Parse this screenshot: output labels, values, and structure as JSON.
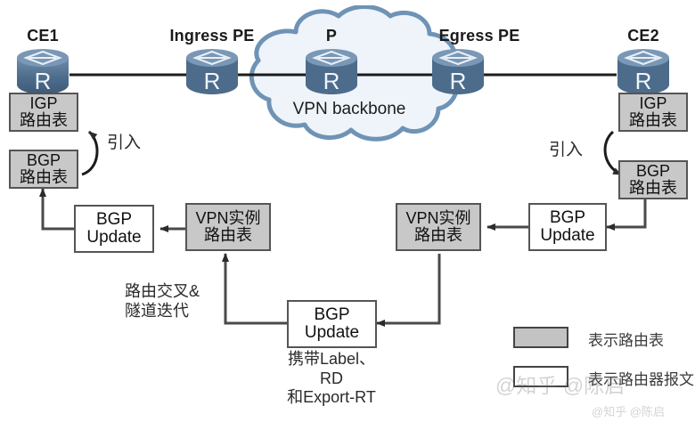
{
  "diagram": {
    "title": "MPLS L3VPN route advertisement",
    "background_color": "#ffffff",
    "cloud": {
      "label": "VPN backbone",
      "fill": "#eef4fa",
      "stroke": "#6f93b5"
    },
    "devices": [
      {
        "id": "ce1",
        "label": "CE1",
        "glyph": "R"
      },
      {
        "id": "ingress-pe",
        "label": "Ingress PE",
        "glyph": "R"
      },
      {
        "id": "p",
        "label": "P",
        "glyph": "R"
      },
      {
        "id": "egress-pe",
        "label": "Egress PE",
        "glyph": "R"
      },
      {
        "id": "ce2",
        "label": "CE2",
        "glyph": "R"
      }
    ],
    "boxes": [
      {
        "id": "ce1-igp",
        "lines": [
          "IGP",
          "路由表"
        ],
        "style": "gray"
      },
      {
        "id": "ce1-bgp",
        "lines": [
          "BGP",
          "路由表"
        ],
        "style": "gray"
      },
      {
        "id": "left-bgp-update",
        "lines": [
          "BGP",
          "Update"
        ],
        "style": "white"
      },
      {
        "id": "left-vpn-inst",
        "lines": [
          "VPN实例",
          "路由表"
        ],
        "style": "gray"
      },
      {
        "id": "right-vpn-inst",
        "lines": [
          "VPN实例",
          "路由表"
        ],
        "style": "gray"
      },
      {
        "id": "right-bgp-update",
        "lines": [
          "BGP",
          "Update"
        ],
        "style": "white"
      },
      {
        "id": "ce2-igp",
        "lines": [
          "IGP",
          "路由表"
        ],
        "style": "gray"
      },
      {
        "id": "ce2-bgp",
        "lines": [
          "BGP",
          "路由表"
        ],
        "style": "gray"
      },
      {
        "id": "center-bgp-update",
        "lines": [
          "BGP",
          "Update"
        ],
        "style": "white"
      }
    ],
    "annotations": {
      "import_left": "引入",
      "import_right": "引入",
      "crossing": "路由交叉&\n隧道迭代",
      "crossing_line1": "路由交叉&",
      "crossing_line2": "隧道迭代",
      "carries_line1": "携带Label、",
      "carries_line2": "RD",
      "carries_line3": "和Export-RT"
    },
    "legend": [
      {
        "swatch": "gray",
        "label": "表示路由表"
      },
      {
        "swatch": "white",
        "label": "表示路由器报文"
      }
    ],
    "watermarks": {
      "main": "@知乎 @陈启",
      "small": "@知乎 @陈启"
    }
  }
}
